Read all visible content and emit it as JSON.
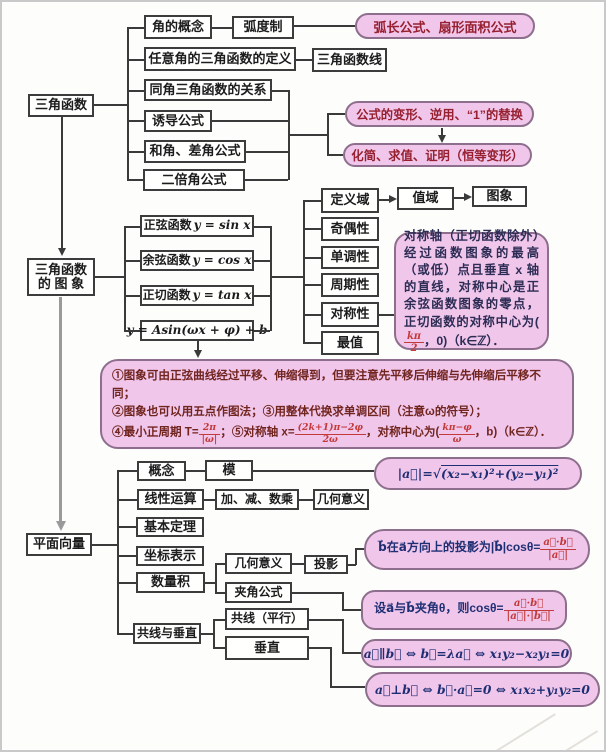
{
  "colors": {
    "pink_fill": "#f1c6eb",
    "pink_border": "#8d6f8d",
    "red_text": "#96202f",
    "navy_text": "#1f2f73",
    "maroon_text": "#71251f",
    "box_border": "#3c3c3c",
    "line": "#3a3a3a"
  },
  "trig": {
    "root": "三角函数",
    "concept": "角的概念",
    "radian": "弧度制",
    "arc_formula": "弧长公式、扇形面积公式",
    "definition": "任意角的三角函数的定义",
    "tri_lines": "三角函数线",
    "same_angle": "同角三角函数的关系",
    "induction": "诱导公式",
    "sum_diff": "和角、差角公式",
    "double_angle": "二倍角公式",
    "transform": "公式的变形、逆用、“1”的替换",
    "simplify": "化简、求值、证明（恒等变形）"
  },
  "graph": {
    "root_line1": "三角函数",
    "root_line2": "的 图 象",
    "sine": {
      "label": "正弦函数",
      "math": "y = sin x"
    },
    "cosine": {
      "label": "余弦函数",
      "math": "y = cos x"
    },
    "tangent": {
      "label": "正切函数",
      "math": "y = tan x"
    },
    "general": {
      "math": "y = Asin(ωx + φ) + b"
    },
    "domain": "定义域",
    "range": "值域",
    "image": "图象",
    "parity": "奇偶性",
    "monotonic": "单调性",
    "period": "周期性",
    "symmetry": "对称性",
    "extreme": "最值",
    "symmetry_note": {
      "body": "对称轴（正切函数除外）经过函数图象的最高（或低）点且垂直 x 轴的直线，对称中心是正余弦函数图象的零点，正切函数的对称中心为(",
      "frac_num": "kπ",
      "frac_den": "2",
      "tail": "，0)（k∈ℤ）．"
    }
  },
  "note": {
    "line1": "①图象可由正弦曲线经过平移、伸缩得到，但要注意先平移后伸缩与先伸缩后平移不同；",
    "line2": "②图象也可以用五点作图法；③用整体代换求单调区间（注意ω的符号）；",
    "l3a": "④最小正周期 T=",
    "f1n": "2π",
    "f1d": "|ω|",
    "l3b": "；⑤对称轴 x=",
    "f2n": "(2k+1)π−2φ",
    "f2d": "2ω",
    "l3c": "，对称中心为(",
    "f3n": "kπ−φ",
    "f3d": "ω",
    "l3d": "，b)（k∈ℤ）．"
  },
  "vector": {
    "root": "平面向量",
    "concept": "概念",
    "modulus": "模",
    "linear": "线性运算",
    "add_sub": "加、减、数乘",
    "geo1": "几何意义",
    "theorem": "基本定理",
    "coord": "坐标表示",
    "dot": "数量积",
    "geo2": "几何意义",
    "projection": "投影",
    "angle_formula": "夹角公式",
    "collinear_perp": "共线与垂直",
    "collinear": "共线（平行）",
    "perp": "垂直",
    "modulus_formula": {
      "prefix": "|a⃗|=",
      "sqrt": "√",
      "radicand": "(x₂−x₁)²+(y₂−y₁)²"
    },
    "projection_note": {
      "prefix": "b⃗在a⃗方向上的投影为|b⃗|cosθ=",
      "num": "a⃗·b⃗",
      "den": "|a⃗|"
    },
    "angle_note": {
      "prefix": "设a⃗与b⃗夹角θ，则cosθ=",
      "num": "a⃗·b⃗",
      "den": "|a⃗|·|b⃗|"
    },
    "parallel_formula": "a⃗∥b⃗ ⇔ b⃗=λa⃗ ⇔ x₁y₂−x₂y₁=0",
    "perp_formula": "a⃗⊥b⃗ ⇔ b⃗·a⃗=0 ⇔ x₁x₂+y₁y₂=0"
  }
}
